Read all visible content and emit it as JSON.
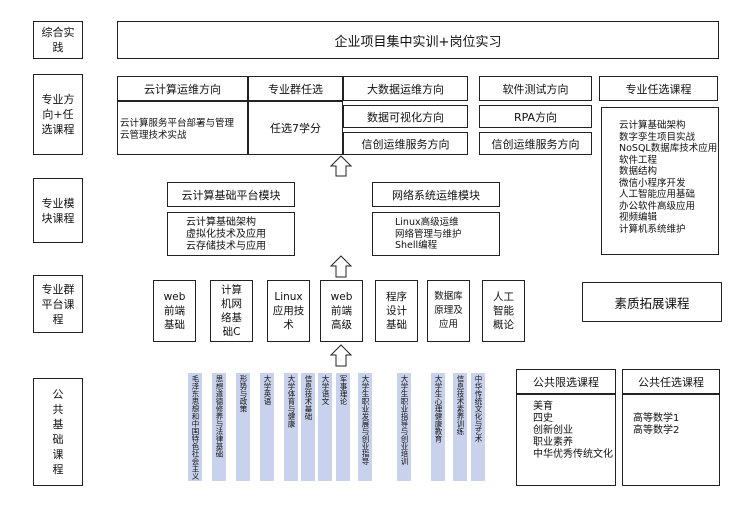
{
  "rows": {
    "practice": "综合实践",
    "direction": "专业方向+任选课程",
    "module": "专业模块课程",
    "platform": "专业群平台课程",
    "public": "公共基础课程"
  },
  "top": {
    "title": "企业项目集中实训+岗位实习"
  },
  "directions": {
    "cloud": {
      "title": "云计算运维方向",
      "desc": [
        "云计算服务平台部署与管理",
        "云管理技术实战"
      ]
    },
    "group_elective": {
      "title": "专业群任选",
      "desc": "任选7学分"
    },
    "bigdata": {
      "title": "大数据运维方向",
      "items": [
        "数据可视化方向",
        "信创运维服务方向"
      ]
    },
    "testing": {
      "title": "软件测试方向",
      "items": [
        "RPA方向",
        "信创运维服务方向"
      ]
    },
    "elective": {
      "title": "专业任选课程",
      "items": [
        "云计算基础架构",
        "数字孪生项目实战",
        "NoSQL数据库技术应用",
        "软件工程",
        "数据结构",
        "微信小程序开发",
        "人工智能应用基础",
        "办公软件高级应用",
        "视频编辑",
        "计算机系统维护"
      ]
    }
  },
  "modules": {
    "cloud_platform": {
      "title": "云计算基础平台模块",
      "items": [
        "云计算基础架构",
        "虚拟化技术及应用",
        "云存储技术与应用"
      ]
    },
    "network": {
      "title": "网络系统运维模块",
      "items": [
        "Linux高级运维",
        "网络管理与维护",
        "Shell编程"
      ]
    }
  },
  "platform_courses": [
    "web前端基础",
    "计算机网络基础C",
    "Linux应用技术",
    "web前端高级",
    "程序设计基础",
    "数据库原理及应用",
    "人工智能概论"
  ],
  "quality": {
    "title": "素质拓展课程"
  },
  "public_courses": [
    "毛泽东思想和中国特色社会主义理论体系概论",
    "思想道德修养与法律基础",
    "形势与政策",
    "大学英语",
    "大学体育与健康",
    "信息技术基础",
    "大学语文",
    "军事理论",
    "大学生职业发展与创业指导",
    "大学生职业指导与创业培训",
    "大学生心理健康教育",
    "信息技术素养训练",
    "中华传统文化与艺术"
  ],
  "public_limited": {
    "title": "公共限选课程",
    "items": [
      "美育",
      "四史",
      "创新创业",
      "职业素养",
      "中华优秀传统文化"
    ]
  },
  "public_elective": {
    "title": "公共任选课程",
    "items": [
      "高等数学1",
      "高等数学2"
    ]
  }
}
